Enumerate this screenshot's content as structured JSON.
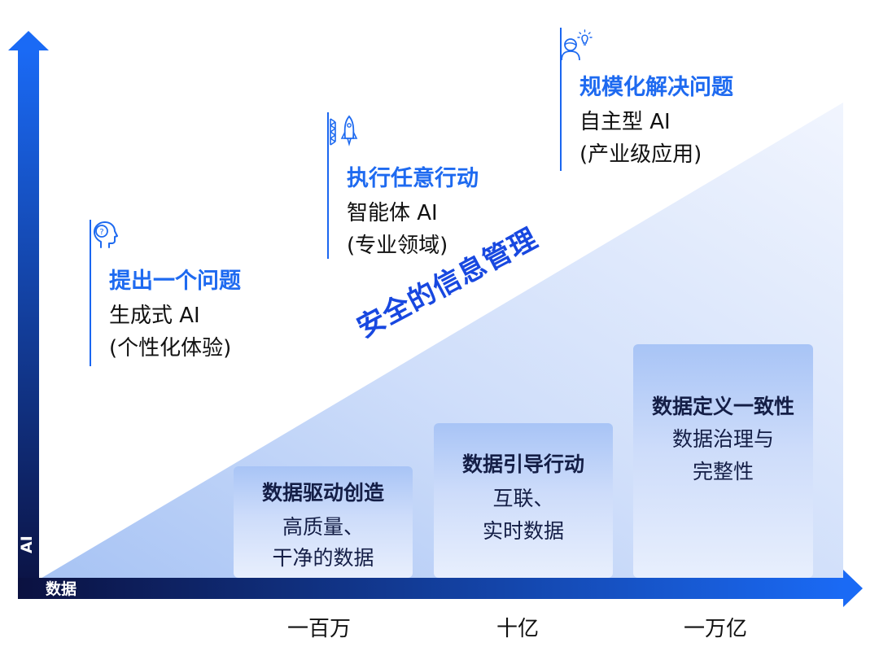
{
  "axes": {
    "x_label": "数据",
    "y_label": "AI",
    "x_ticks": [
      "一百万",
      "十亿",
      "一万亿"
    ]
  },
  "diagonal_label": "安全的信息管理",
  "ai_stages": [
    {
      "icon": "question-head-icon",
      "title": "提出一个问题",
      "line1": "生成式 AI",
      "line2": "(个性化体验)"
    },
    {
      "icon": "rocket-icon",
      "title": "执行任意行动",
      "line1": "智能体 AI",
      "line2": "(专业领域)"
    },
    {
      "icon": "lightbulb-person-icon",
      "title": "规模化解决问题",
      "line1": "自主型 AI",
      "line2": "(产业级应用)"
    }
  ],
  "data_boxes": [
    {
      "title": "数据驱动创造",
      "line1": "高质量、",
      "line2": "干净的数据"
    },
    {
      "title": "数据引导行动",
      "line1": "互联、",
      "line2": "实时数据"
    },
    {
      "title": "数据定义一致性",
      "line1": "数据治理与",
      "line2": "完整性"
    }
  ],
  "colors": {
    "accent_blue": "#1e6af0",
    "axis_dark": "#0b1140",
    "triangle_light": "#eef3fe",
    "triangle_mid": "#c9daf8",
    "box_text": "#141e46"
  }
}
